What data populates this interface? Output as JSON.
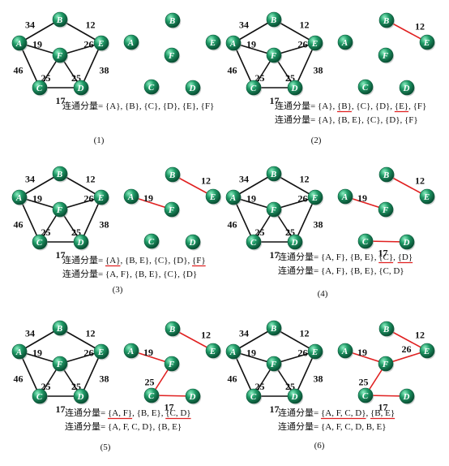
{
  "colors": {
    "node": "#1f8f62",
    "node_dark": "#0b5a3c",
    "node_light": "#6fd6a8",
    "edge": "#111111",
    "mst_edge": "#e02020",
    "underline": "#e02020",
    "text": "#111111"
  },
  "graph": {
    "vertices": [
      "A",
      "B",
      "C",
      "D",
      "E",
      "F"
    ],
    "edges": [
      {
        "u": "A",
        "v": "B",
        "w": "34"
      },
      {
        "u": "B",
        "v": "E",
        "w": "12"
      },
      {
        "u": "A",
        "v": "F",
        "w": "19"
      },
      {
        "u": "F",
        "v": "E",
        "w": "26"
      },
      {
        "u": "A",
        "v": "C",
        "w": "46"
      },
      {
        "u": "C",
        "v": "F",
        "w": "25"
      },
      {
        "u": "F",
        "v": "D",
        "w": "25"
      },
      {
        "u": "E",
        "v": "D",
        "w": "38"
      },
      {
        "u": "C",
        "v": "D",
        "w": "17"
      }
    ]
  },
  "panels": [
    {
      "label": "(1)",
      "forest_edges": [],
      "components_lines": [
        [
          {
            "t": "连通分量= "
          },
          {
            "t": "{A}, {B}, {C}, {D}, {E}, {F}"
          }
        ]
      ]
    },
    {
      "label": "(2)",
      "forest_edges": [
        {
          "u": "B",
          "v": "E",
          "w": "12"
        }
      ],
      "components_lines": [
        [
          {
            "t": "连通分量= "
          },
          {
            "t": "{A}, "
          },
          {
            "t": "{B}",
            "u": true
          },
          {
            "t": ", {C}, {D}, "
          },
          {
            "t": "{E}",
            "u": true
          },
          {
            "t": ", {F}"
          }
        ],
        [
          {
            "t": "连通分量= "
          },
          {
            "t": "{A}, {B, E}, {C}, {D}, {F}"
          }
        ]
      ]
    },
    {
      "label": "(3)",
      "forest_edges": [
        {
          "u": "B",
          "v": "E",
          "w": "12"
        },
        {
          "u": "A",
          "v": "F",
          "w": "19"
        }
      ],
      "components_lines": [
        [
          {
            "t": "连通分量= "
          },
          {
            "t": "{A}",
            "u": true
          },
          {
            "t": ", {B, E}, {C}, {D}, "
          },
          {
            "t": "{F}",
            "u": true
          }
        ],
        [
          {
            "t": "连通分量= "
          },
          {
            "t": "{A, F}, {B, E}, {C}, {D}"
          }
        ]
      ]
    },
    {
      "label": "(4)",
      "forest_edges": [
        {
          "u": "B",
          "v": "E",
          "w": "12"
        },
        {
          "u": "A",
          "v": "F",
          "w": "19"
        },
        {
          "u": "C",
          "v": "D",
          "w": "17"
        }
      ],
      "components_lines": [
        [
          {
            "t": "连通分量= "
          },
          {
            "t": "{A, F}, {B, E}, "
          },
          {
            "t": "{C}",
            "u": true
          },
          {
            "t": ", "
          },
          {
            "t": "{D}",
            "u": true
          }
        ],
        [
          {
            "t": "连通分量= "
          },
          {
            "t": "{A, F}, {B, E}, {C, D}"
          }
        ]
      ]
    },
    {
      "label": "(5)",
      "forest_edges": [
        {
          "u": "B",
          "v": "E",
          "w": "12"
        },
        {
          "u": "A",
          "v": "F",
          "w": "19"
        },
        {
          "u": "C",
          "v": "D",
          "w": "17"
        },
        {
          "u": "C",
          "v": "F",
          "w": "25"
        }
      ],
      "components_lines": [
        [
          {
            "t": "连通分量= "
          },
          {
            "t": "{A, F}",
            "u": true
          },
          {
            "t": ", {B, E}, "
          },
          {
            "t": "{C, D}",
            "u": true
          }
        ],
        [
          {
            "t": "连通分量= "
          },
          {
            "t": "{A, F, C, D}, {B, E}"
          }
        ]
      ]
    },
    {
      "label": "(6)",
      "forest_edges": [
        {
          "u": "B",
          "v": "E",
          "w": "12"
        },
        {
          "u": "A",
          "v": "F",
          "w": "19"
        },
        {
          "u": "C",
          "v": "D",
          "w": "17"
        },
        {
          "u": "C",
          "v": "F",
          "w": "25"
        },
        {
          "u": "F",
          "v": "E",
          "w": "26"
        }
      ],
      "components_lines": [
        [
          {
            "t": "连通分量= "
          },
          {
            "t": "{A, F, C, D}",
            "u": true
          },
          {
            "t": ", "
          },
          {
            "t": "{B, E}",
            "u": true
          }
        ],
        [
          {
            "t": "连通分量= "
          },
          {
            "t": "{A, F, C, D, B, E}"
          }
        ]
      ]
    }
  ]
}
